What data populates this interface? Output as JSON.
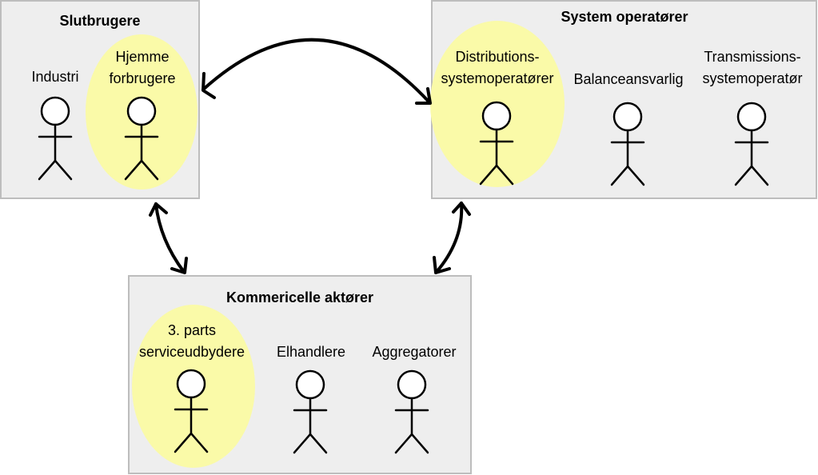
{
  "groups": {
    "slutbrugere": {
      "title": "Slutbrugere",
      "actors": {
        "industri": {
          "label_lines": [
            "Industri"
          ]
        },
        "hjemme": {
          "label_lines": [
            "Hjemme",
            "forbrugere"
          ]
        }
      }
    },
    "system": {
      "title": "System operatører",
      "actors": {
        "distribution": {
          "label_lines": [
            "Distributions-",
            "systemoperatører"
          ]
        },
        "balance": {
          "label_lines": [
            "Balanceansvarlig"
          ]
        },
        "transmission": {
          "label_lines": [
            "Transmissions-",
            "systemoperatør"
          ]
        }
      }
    },
    "kommercielle": {
      "title": "Kommericelle aktører",
      "actors": {
        "tredjepart": {
          "label_lines": [
            "3. parts",
            "serviceudbydere"
          ]
        },
        "elhandlere": {
          "label_lines": [
            "Elhandlere"
          ]
        },
        "aggregatorer": {
          "label_lines": [
            "Aggregatorer"
          ]
        }
      }
    }
  },
  "colors": {
    "group_fill": "#eeeeee",
    "group_border": "#bdbdbd",
    "highlight": "#fafaa8",
    "line": "#000000"
  }
}
